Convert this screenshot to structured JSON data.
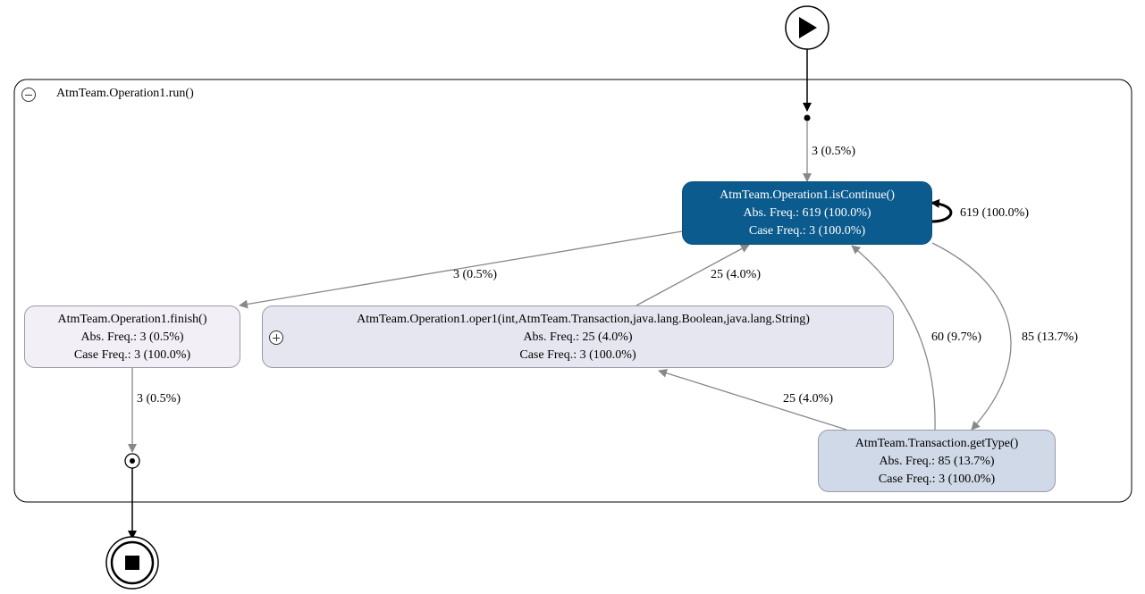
{
  "colors": {
    "hot_node_fill": "#0b5b8e",
    "hot_node_text": "#ffffff",
    "finish_node_fill": "#f2f0f6",
    "oper_node_fill": "#e6e6f0",
    "gettype_node_fill": "#cfd9e7",
    "edge_gray": "#888888",
    "edge_dark": "#000000"
  },
  "cluster": {
    "title": "AtmTeam.Operation1.run()",
    "toggle_icon": "collapse-minus-icon"
  },
  "nodes": {
    "is_continue": {
      "name": "AtmTeam.Operation1.isContinue()",
      "abs_freq": "Abs. Freq.: 619 (100.0%)",
      "case_freq": "Case Freq.: 3 (100.0%)"
    },
    "finish": {
      "name": "AtmTeam.Operation1.finish()",
      "abs_freq": "Abs. Freq.: 3 (0.5%)",
      "case_freq": "Case Freq.: 3 (100.0%)"
    },
    "oper1": {
      "name": "AtmTeam.Operation1.oper1(int,AtmTeam.Transaction,java.lang.Boolean,java.lang.String)",
      "abs_freq": "Abs. Freq.: 25 (4.0%)",
      "case_freq": "Case Freq.: 3 (100.0%)",
      "toggle_icon": "expand-plus-icon"
    },
    "get_type": {
      "name": "AtmTeam.Transaction.getType()",
      "abs_freq": "Abs. Freq.: 85 (13.7%)",
      "case_freq": "Case Freq.: 3 (100.0%)"
    }
  },
  "edges": {
    "start_to_iscontinue": "3 (0.5%)",
    "iscontinue_self": "619 (100.0%)",
    "iscontinue_to_finish": "3 (0.5%)",
    "oper1_to_iscontinue": "25 (4.0%)",
    "gettype_to_iscontinue": "60 (9.7%)",
    "iscontinue_to_gettype": "85 (13.7%)",
    "gettype_to_oper1": "25 (4.0%)",
    "finish_to_end": "3 (0.5%)"
  },
  "icons": {
    "start": "play-icon",
    "end": "stop-icon",
    "inner_end": "inner-end-icon"
  }
}
